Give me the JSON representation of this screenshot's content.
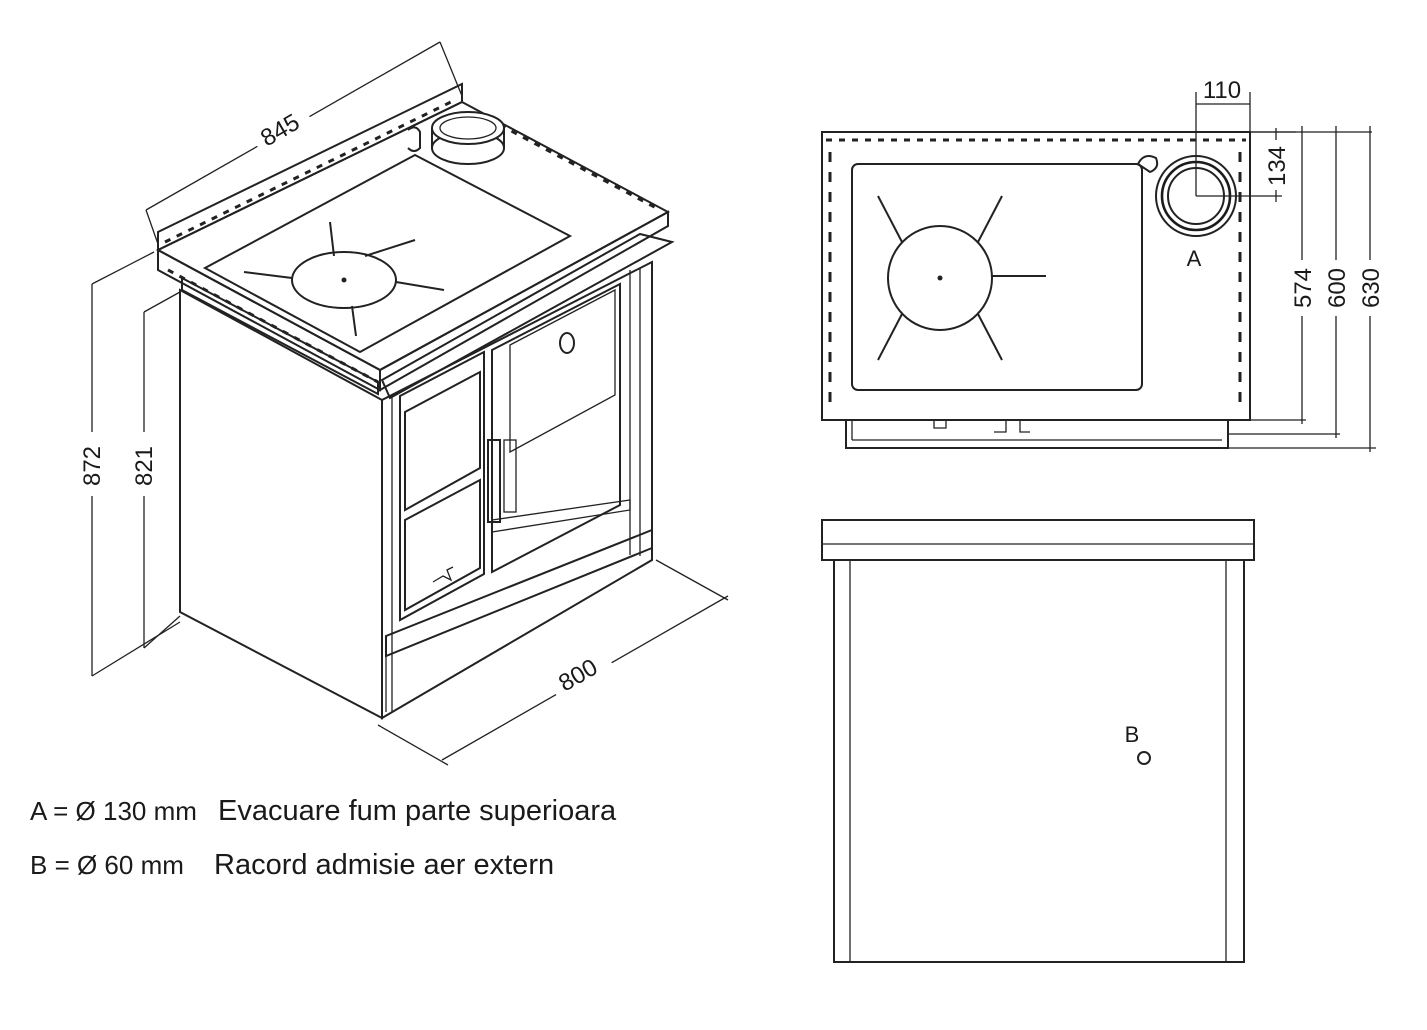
{
  "dimensions": {
    "width_top": "845",
    "depth": "800",
    "height_total": "872",
    "height_body": "821",
    "flue_offset_x": "110",
    "flue_offset_y": "134",
    "depth_574": "574",
    "depth_600": "600",
    "depth_630": "630"
  },
  "markers": {
    "a": "A",
    "b": "B"
  },
  "legend": [
    {
      "key": "A = Ø 130 mm",
      "description": "Evacuare fum parte superioara"
    },
    {
      "key": "B = Ø 60 mm",
      "description": "Racord admisie aer extern"
    }
  ],
  "colors": {
    "line": "#222222",
    "background": "#ffffff"
  }
}
